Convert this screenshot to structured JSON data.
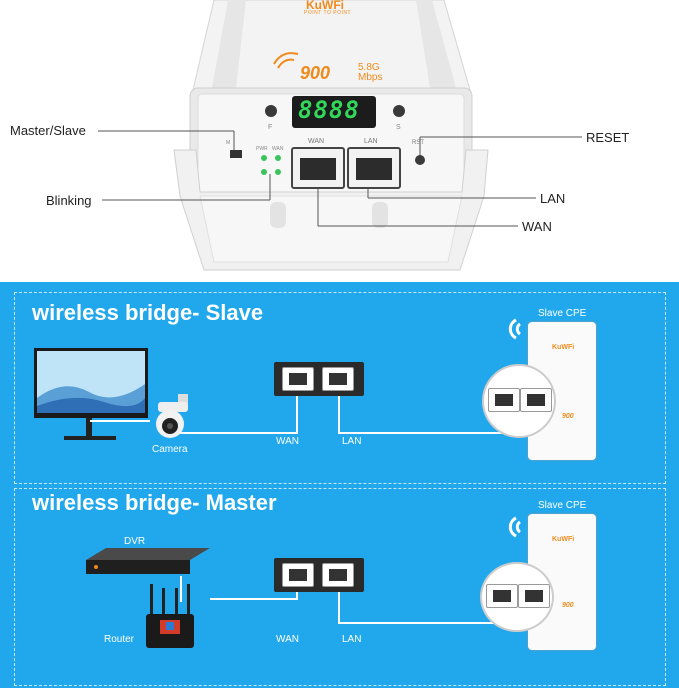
{
  "device": {
    "brand": "KuWFi",
    "brand_sub": "POINT TO POINT",
    "speed": "900",
    "band": "5.8G",
    "unit": "Mbps",
    "display": "8888",
    "label_f": "F",
    "label_s": "S",
    "label_m": "M",
    "label_pwr": "PWR",
    "label_wan_led": "WAN",
    "port_wan": "WAN",
    "port_lan": "LAN",
    "port_rst": "RST"
  },
  "callouts": {
    "master_slave": "Master/Slave",
    "blinking": "Blinking",
    "reset": "RESET",
    "lan": "LAN",
    "wan": "WAN"
  },
  "slave_section": {
    "title": "wireless bridge- Slave",
    "cpe_label": "Slave CPE",
    "camera_label": "Camera",
    "wan_label": "WAN",
    "lan_label": "LAN"
  },
  "master_section": {
    "title": "wireless bridge- Master",
    "cpe_label": "Slave CPE",
    "dvr_label": "DVR",
    "router_label": "Router",
    "wan_label": "WAN",
    "lan_label": "LAN"
  },
  "colors": {
    "panel_blue": "#21a8ec",
    "brand_orange": "#f08a1c",
    "display_green": "#31d85a"
  }
}
